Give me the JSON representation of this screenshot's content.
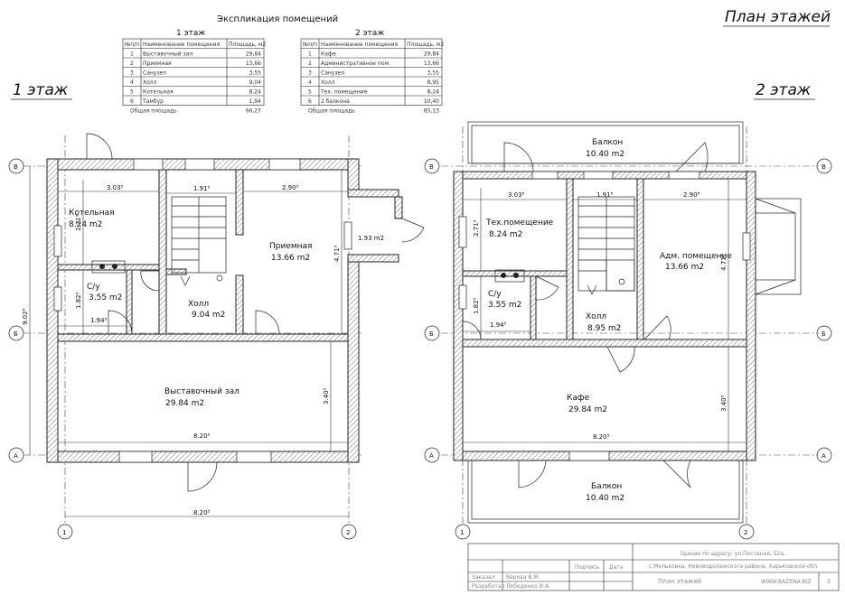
{
  "sheet_title": "План этажей",
  "explication": {
    "title": "Экспликация помещений",
    "floor1": {
      "caption": "1 этаж",
      "headers": [
        "№п/п",
        "Наименование помещения",
        "Площадь, м2"
      ],
      "rows": [
        [
          "1",
          "Выставочный зал",
          "29,84"
        ],
        [
          "2",
          "Приемная",
          "13,66"
        ],
        [
          "3",
          "Санузел",
          "3,55"
        ],
        [
          "4",
          "Холл",
          "9,04"
        ],
        [
          "5",
          "Котельная",
          "8,24"
        ],
        [
          "6",
          "Тамбур",
          "1,94"
        ]
      ],
      "total_label": "Общая площадь",
      "total_value": "66,27"
    },
    "floor2": {
      "caption": "2 этаж",
      "headers": [
        "№п/п",
        "Наименование помещения",
        "Площадь, м2"
      ],
      "rows": [
        [
          "1",
          "Кафе",
          "29,84"
        ],
        [
          "2",
          "Административное пом.",
          "13,66"
        ],
        [
          "3",
          "Санузел",
          "3,55"
        ],
        [
          "4",
          "Холл",
          "8,95"
        ],
        [
          "5",
          "Тех. помещение",
          "8,24"
        ],
        [
          "6",
          "2 балкона",
          "10,40"
        ]
      ],
      "total_label": "Общая площадь",
      "total_value": "85,13"
    }
  },
  "floor1": {
    "label": "1 этаж",
    "rooms": {
      "boiler": {
        "name": "Котельная",
        "area": "8.24  m2"
      },
      "reception": {
        "name": "Приемная",
        "area": "13.66  m2"
      },
      "vestibule": {
        "area": "1.93  m2"
      },
      "wc": {
        "name": "С/у",
        "area": "3.55  m2"
      },
      "hall": {
        "name": "Холл",
        "area": "9.04  m2"
      },
      "exhibition": {
        "name": "Выставочный зал",
        "area": "29.84  m2"
      }
    },
    "dims": {
      "d1": "3.03⁵",
      "d2": "1.91⁵",
      "d3": "2.90⁵",
      "d4": "2.71⁵",
      "d5": "4.71⁵",
      "d6": "1.82⁵",
      "d7": "1.94⁵",
      "d8": "3.40⁵",
      "d9": "8.20⁵",
      "d10": "9.02⁵",
      "d11": "8.20⁵"
    }
  },
  "floor2": {
    "label": "2 этаж",
    "rooms": {
      "balcony_top": {
        "name": "Балкон",
        "area": "10.40  m2"
      },
      "tech": {
        "name": "Тех.помещение",
        "area": "8.24  m2"
      },
      "admin": {
        "name": "Адм. помещение",
        "area": "13.66  m2"
      },
      "wc": {
        "name": "С/у",
        "area": "3.55  m2"
      },
      "hall": {
        "name": "Холл",
        "area": "8.95  m2"
      },
      "cafe": {
        "name": "Кафе",
        "area": "29.84  m2"
      },
      "balcony_bottom": {
        "name": "Балкон",
        "area": "10.40  m2"
      }
    },
    "dims": {
      "d1": "3.03⁵",
      "d2": "1.91⁵",
      "d3": "2.90⁵",
      "d4": "2.71⁵",
      "d5": "4.71⁵",
      "d6": "1.82⁵",
      "d7": "1.94⁵",
      "d8": "3.40⁵",
      "d9": "8.20⁵"
    }
  },
  "axes": {
    "row_v": "В",
    "row_b": "Б",
    "row_a": "А",
    "col_1": "1",
    "col_2": "2"
  },
  "title_block": {
    "address_line1": "Здание по адресу: ул.Песчаная, 52а,",
    "address_line2": "с.Мельковка, Нововодолажского района, Харьковской обл",
    "sign_label": "Подпись",
    "date_label": "Дата",
    "row1_role": "Заказал",
    "row1_name": "Верова В.М.",
    "row2_role": "Разработал",
    "row2_name": "Лебеденко И.А.",
    "drawing_name": "План этажей",
    "site": "WWW.BAZENA.BIZ",
    "sheet_no": "3"
  }
}
